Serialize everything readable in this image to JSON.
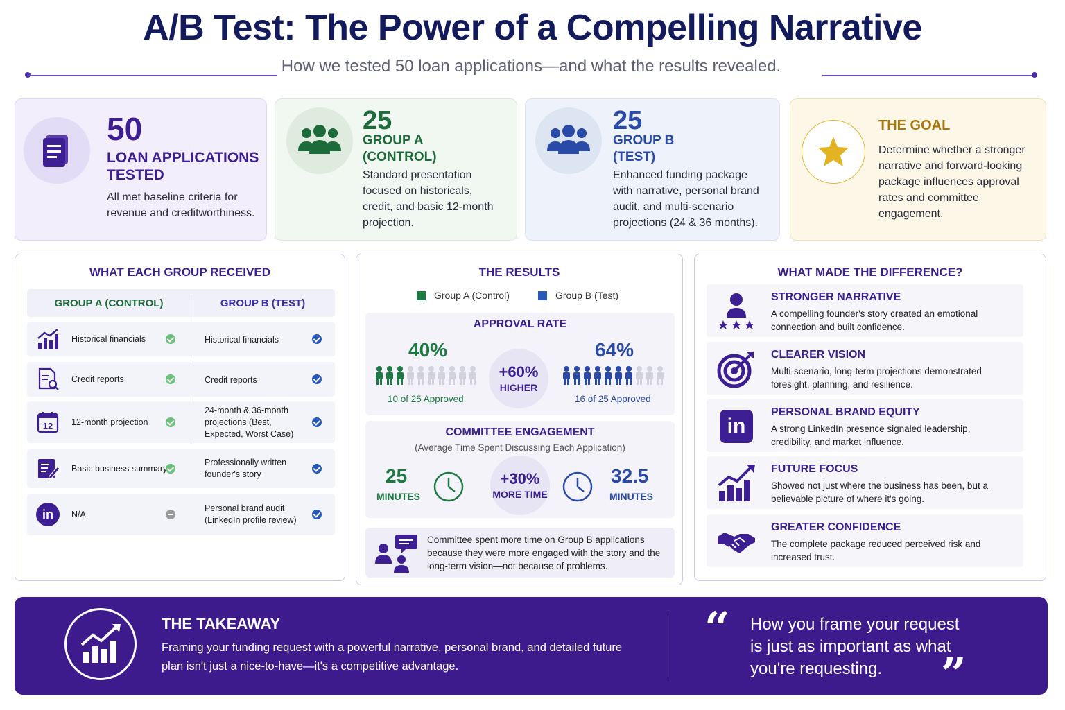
{
  "header": {
    "title": "A/B Test: The Power of a Compelling Narrative",
    "subtitle": "How we tested 50 loan applications—and what the results revealed."
  },
  "stats": [
    {
      "number": "50",
      "label_line1": "Loan Applications",
      "label_line2": "Tested",
      "desc": "All met baseline criteria for revenue and creditworthiness.",
      "icon": "documents-icon",
      "color": "#4a2ea3"
    },
    {
      "number": "25",
      "label_line1": "Group A",
      "label_line2": "(Control)",
      "desc": "Standard presentation focused on historicals, credit, and basic 12-month projection.",
      "icon": "group-icon",
      "color": "#1d6b3a"
    },
    {
      "number": "25",
      "label_line1": "Group B",
      "label_line2": "(Test)",
      "desc": "Enhanced funding package with narrative, personal brand audit, and multi-scenario projections (24 & 36 months).",
      "icon": "group-icon",
      "color": "#2a4aa8"
    },
    {
      "label": "The Goal",
      "desc": "Determine whether a stronger narrative and forward-looking package influences approval rates and committee engagement.",
      "icon": "star-icon",
      "color": "#a8780f"
    }
  ],
  "groups": {
    "title": "What Each Group Received",
    "header_a": "GROUP A (CONTROL)",
    "header_b": "GROUP B (TEST)",
    "rows": [
      {
        "icon": "bar-chart-icon",
        "a": "Historical financials",
        "a_status": "check",
        "b": "Historical financials"
      },
      {
        "icon": "credit-report-icon",
        "a": "Credit reports",
        "a_status": "check",
        "b": "Credit reports"
      },
      {
        "icon": "calendar-icon",
        "icon_text": "12",
        "a": "12-month projection",
        "a_status": "check",
        "b": "24-month & 36-month projections (Best, Expected, Worst Case)"
      },
      {
        "icon": "edit-document-icon",
        "a": "Basic business summary",
        "a_status": "check",
        "b": "Professionally written founder's story"
      },
      {
        "icon": "linkedin-icon",
        "icon_text": "in",
        "a": "N/A",
        "a_status": "none",
        "b": "Personal brand audit (LinkedIn profile review)"
      }
    ]
  },
  "results": {
    "title": "The Results",
    "legend_a": "Group A (Control)",
    "legend_b": "Group B (Test)",
    "approval": {
      "title": "APPROVAL RATE",
      "a_pct": "40%",
      "a_caption": "10 of 25 Approved",
      "a_filled": 3,
      "a_total": 10,
      "b_pct": "64%",
      "b_caption": "16 of 25 Approved",
      "b_filled": 7,
      "b_total": 10,
      "diff_big": "+60%",
      "diff_small": "HIGHER"
    },
    "engagement": {
      "title": "COMMITTEE ENGAGEMENT",
      "subtitle": "(Average Time Spent Discussing Each Application)",
      "a_value": "25",
      "a_unit": "MINUTES",
      "b_value": "32.5",
      "b_unit": "MINUTES",
      "diff_big": "+30%",
      "diff_small": "MORE TIME"
    },
    "note": "Committee spent more time on Group B applications because they were more engaged with the story and the long-term vision—not because of problems."
  },
  "difference": {
    "title": "What Made the Difference?",
    "items": [
      {
        "icon": "person-stars-icon",
        "title": "STRONGER NARRATIVE",
        "desc": "A compelling founder's story created an emotional connection and built confidence."
      },
      {
        "icon": "target-icon",
        "title": "CLEARER VISION",
        "desc": "Multi-scenario, long-term projections demonstrated foresight, planning, and resilience."
      },
      {
        "icon": "linkedin-icon",
        "icon_text": "in",
        "title": "PERSONAL BRAND EQUITY",
        "desc": "A strong LinkedIn presence signaled leadership, credibility, and market influence."
      },
      {
        "icon": "growth-chart-icon",
        "title": "FUTURE FOCUS",
        "desc": "Showed not just where the business has been, but a believable picture of where it's going."
      },
      {
        "icon": "handshake-icon",
        "title": "GREATER CONFIDENCE",
        "desc": "The complete package reduced perceived risk and increased trust."
      }
    ]
  },
  "takeaway": {
    "title": "THE TAKEAWAY",
    "text": "Framing your funding request with a powerful narrative, personal brand, and detailed future plan isn't just a nice-to-have—it's a competitive advantage.",
    "quote_open": "“",
    "quote": "How you frame your request is just as important as what you're requesting.",
    "quote_close": "”"
  },
  "colors": {
    "purple": "#3a1f8f",
    "green": "#1d7a43",
    "blue": "#2a4aa8",
    "gold": "#e3b324",
    "grey_person": "#d2d3da"
  }
}
